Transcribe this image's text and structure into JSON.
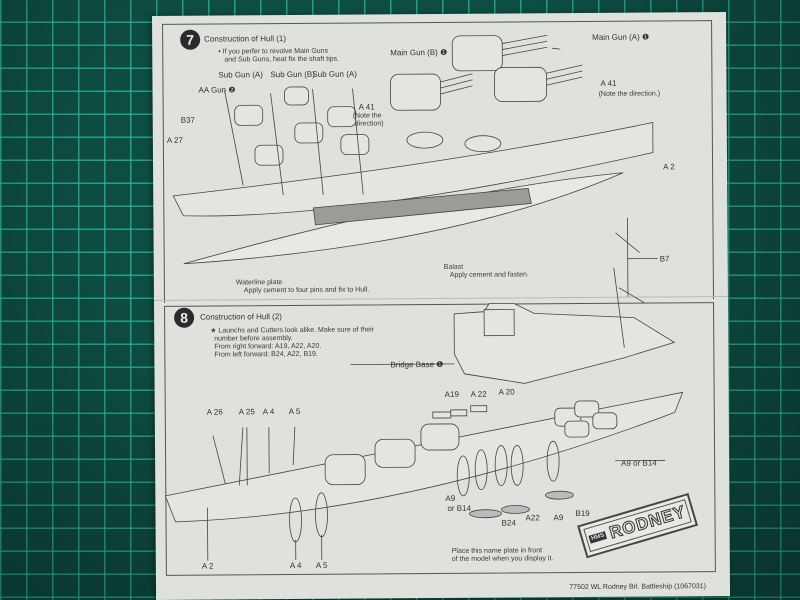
{
  "background": {
    "description": "green self-healing cutting mat with grid",
    "color": "#0e4d42",
    "grid_color": "#28bea0"
  },
  "sheet": {
    "step7": {
      "number": "7",
      "title": "Construction of Hull (1)",
      "note_line1": "• If you perfer to revolve Main Guns",
      "note_line2": "and Sub Guns, heat fix the shaft tips.",
      "labels": {
        "main_gun_b": "Main Gun (B) ❶",
        "main_gun_a": "Main Gun (A) ❶",
        "sub_gun_a1": "Sub Gun (A)",
        "sub_gun_b": "Sub Gun (B)",
        "sub_gun_a2": "Sub Gun (A)",
        "aa_gun": "AA Gun ❷",
        "b37": "B37",
        "a27": "A 27",
        "a41_left": "A 41",
        "a41_left_note1": "(Note the",
        "a41_left_note2": "direction)",
        "a41_right": "A 41",
        "a41_right_note": "(Note the direction.)",
        "a2": "A 2",
        "b7": "B7",
        "balast": "Balast",
        "balast_note": "Apply cement and fasten.",
        "waterline": "Waterline plate",
        "waterline_note": "Apply cement to four pins and fix to Hull."
      }
    },
    "step8": {
      "number": "8",
      "title": "Construction of Hull (2)",
      "note_line1": "★ Launchs and Cutters look alike.    Make sure of their",
      "note_line2": "number before assembly.",
      "note_line3": "From right forward: A19, A22, A20.",
      "note_line4": "From left forward: B24, A22, B19.",
      "labels": {
        "bridge_base": "Bridge Base ❶",
        "a19": "A19",
        "a22_top": "A 22",
        "a20": "A 20",
        "a26": "A 26",
        "a25": "A 25",
        "a4_top": "A 4",
        "a5_top": "A 5",
        "a9_or_b14_right": "A9 or B14",
        "a9_left": "A9",
        "or_b14_left": "or B14",
        "b24": "B24",
        "a22_bottom": "A22",
        "a9_bottom": "A9",
        "b19": "B19",
        "a2": "A 2",
        "a4_bottom": "A 4",
        "a5_bottom": "A 5"
      },
      "nameplate_prefix": "HMS",
      "nameplate_name": "RODNEY",
      "nameplate_note1": "Place this name plate in front",
      "nameplate_note2": "of the model when you display it."
    },
    "footer": "77502  WL Rodney Brl. Battleship (1067031)"
  }
}
